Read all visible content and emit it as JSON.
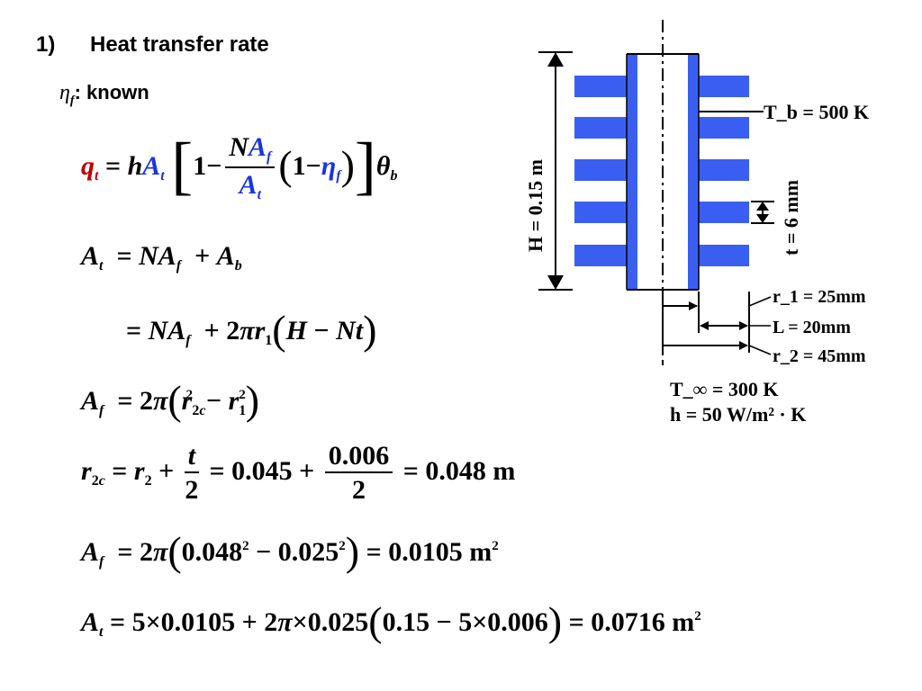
{
  "heading": {
    "number": "1)",
    "title": "Heat transfer rate"
  },
  "efficiency_note": {
    "symbol": "η",
    "subscript": "f",
    "text": ": known"
  },
  "equations": {
    "qt": "q_t = hA_t [ 1 − (NA_f / A_t)(1 − η_f) ] θ_b",
    "at_def": "A_t = NA_f + A_b",
    "at_expand": "= NA_f + 2πr_1 (H − Nt)",
    "af_def": "A_f = 2π (r_2c² − r_1²)",
    "r2c": "r_2c = r_2 + t/2 = 0.045 + 0.006/2 = 0.048 m",
    "af_val": "A_f = 2π (0.048² − 0.025²) = 0.0105 m²",
    "at_val": "A_t = 5×0.0105 + 2π×0.025(0.15 − 5×0.006) = 0.0716 m²"
  },
  "diagram": {
    "height_label": "H = 0.15 m",
    "base_temp_label": "T_b = 500 K",
    "thickness_label": "t = 6 mm",
    "r1_label": "r_1 = 25mm",
    "length_label": "L = 20mm",
    "r2_label": "r_2 = 45mm",
    "ambient_temp_label": "T_∞ = 300 K",
    "h_label": "h = 50 W/m² · K",
    "fin_color": "#3a5ff0"
  }
}
